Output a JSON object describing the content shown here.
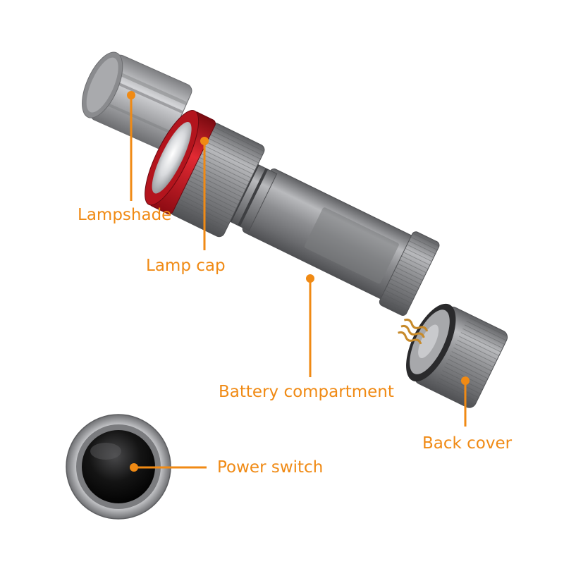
{
  "colors": {
    "accent": "#f08a14",
    "body_gray": "#8d8e91",
    "lamp_cap_red": "#c1121f",
    "background": "#ffffff"
  },
  "labels": {
    "lampshade": "Lampshade",
    "lamp_cap": "Lamp cap",
    "battery_compartment": "Battery compartment",
    "back_cover": "Back cover",
    "power_switch": "Power switch"
  }
}
